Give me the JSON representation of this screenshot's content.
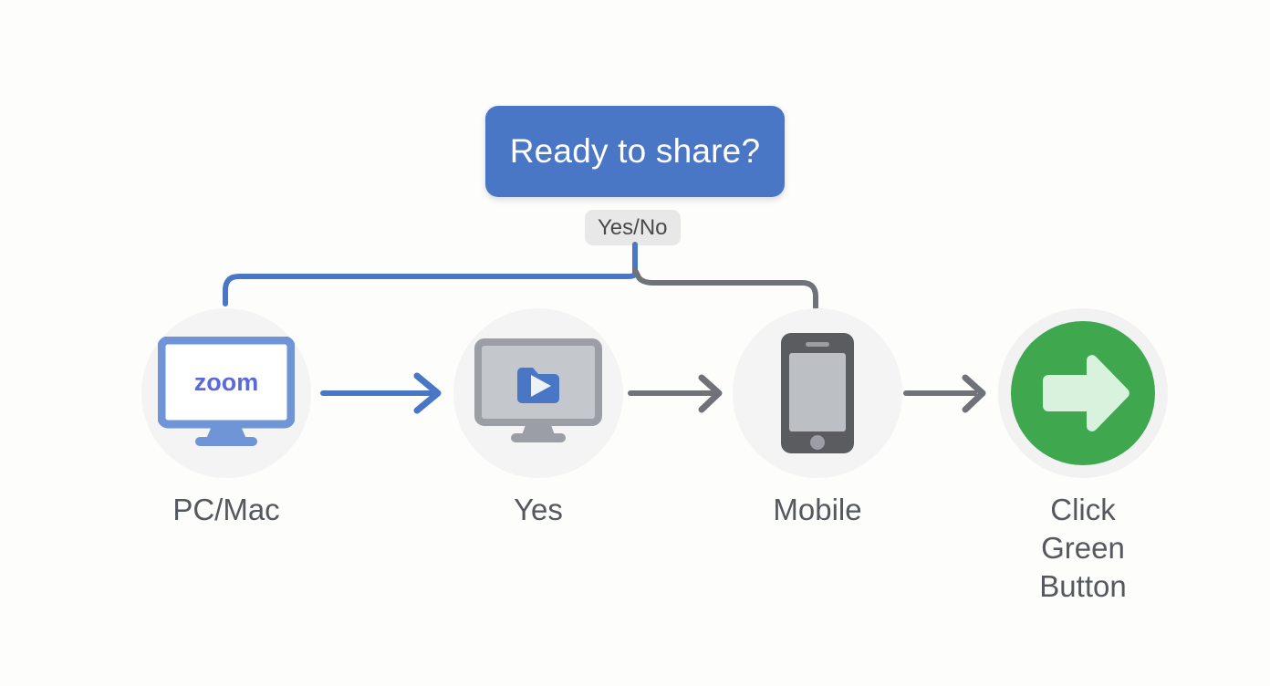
{
  "diagram": {
    "title_node": {
      "label": "Ready to share?",
      "color": "#4a76c6",
      "text_color": "#ffffff"
    },
    "branch_badge": {
      "label": "Yes/No",
      "color": "#e8e8e8",
      "text_color": "#4a4a4a"
    },
    "branches": [
      {
        "name": "left-branch",
        "color": "#4a76c6",
        "target": "PC/Mac"
      },
      {
        "name": "right-branch",
        "color": "#6f7277",
        "target": "Mobile"
      }
    ],
    "nodes": [
      {
        "id": "pcmac",
        "label": "PC/Mac",
        "icon": "desktop-zoom-icon",
        "circle_color": "#f4f4f4",
        "accent_color": "#6f95d6"
      },
      {
        "id": "yes",
        "label": "Yes",
        "icon": "monitor-play-icon",
        "circle_color": "#f4f4f4",
        "accent_color": "#a8acb3"
      },
      {
        "id": "mobile",
        "label": "Mobile",
        "icon": "smartphone-icon",
        "circle_color": "#f4f4f4",
        "accent_color": "#5b5c60"
      },
      {
        "id": "click-green-button",
        "label": "Click\nGreen Button",
        "icon": "green-arrow-button-icon",
        "circle_color": "#f2f2f2",
        "accent_color": "#3fa84f"
      }
    ],
    "arrows": [
      {
        "name": "arrow-pcmac-to-yes",
        "color": "#4a76c6"
      },
      {
        "name": "arrow-yes-to-mobile",
        "color": "#6f7277"
      },
      {
        "name": "arrow-mobile-to-click",
        "color": "#6f7277"
      }
    ],
    "icon_text": {
      "zoom_logo": "zoom"
    },
    "background_color": "#fdfdfc"
  }
}
